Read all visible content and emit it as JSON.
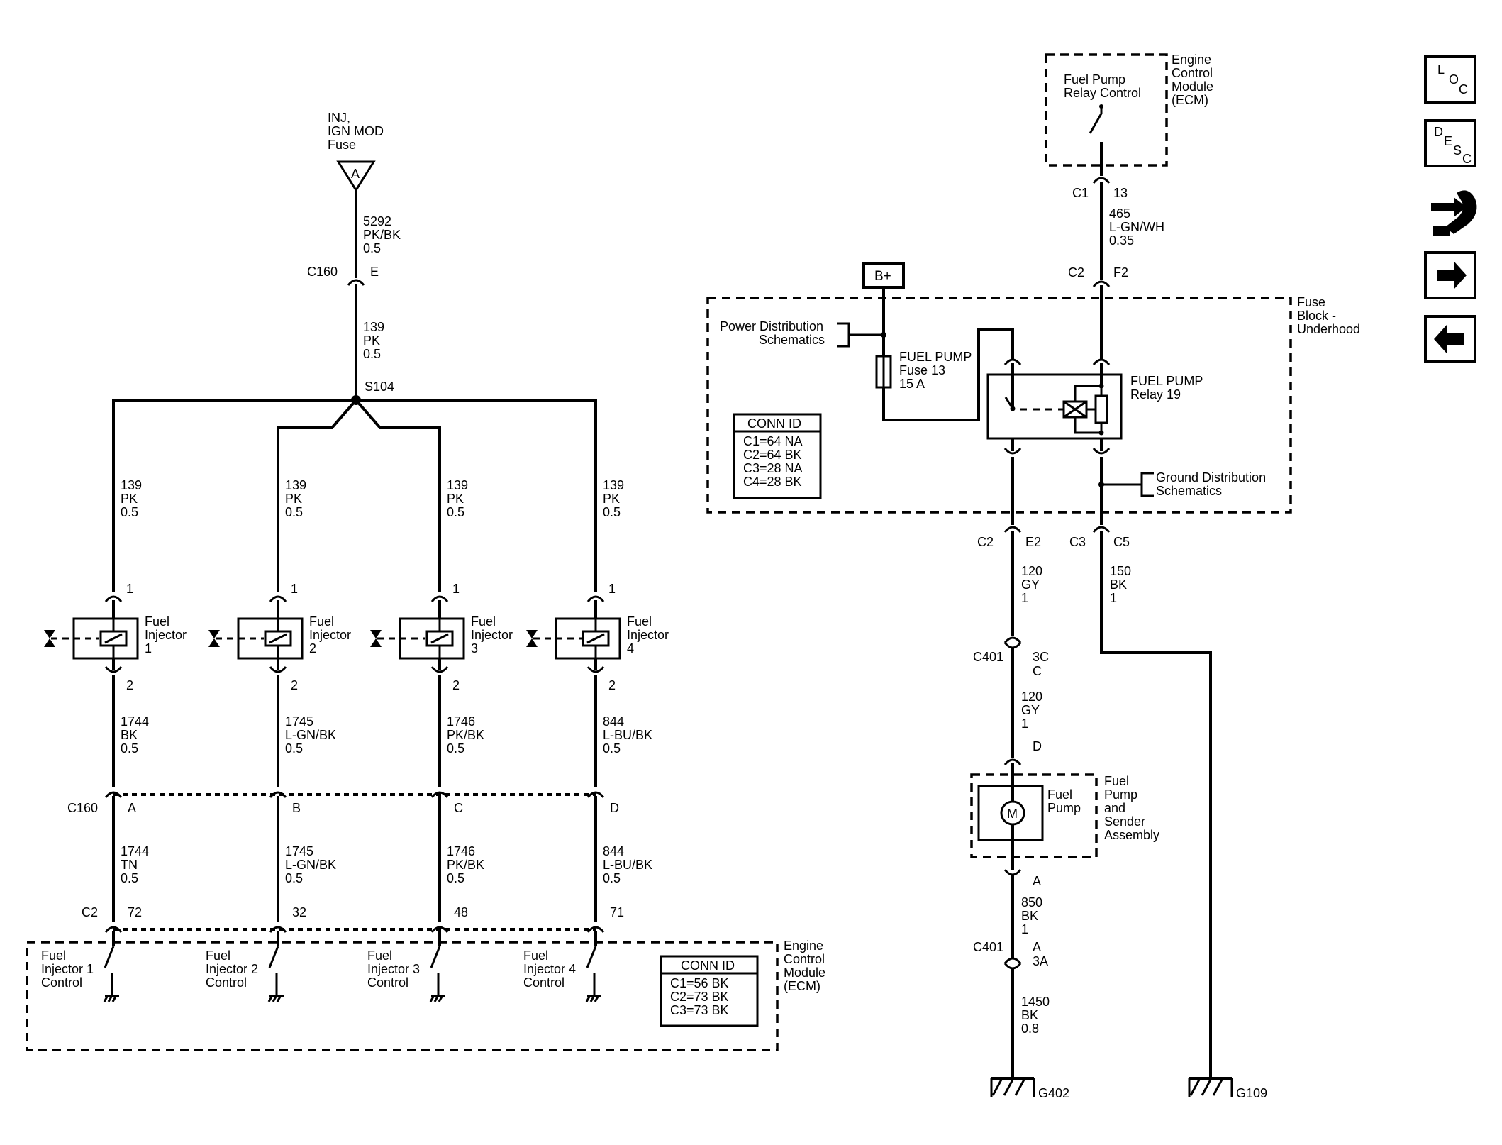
{
  "left_top": {
    "fuse_label": [
      "INJ,",
      "IGN MOD",
      "Fuse"
    ],
    "fuse_symbol": "A",
    "wire_top": [
      "5292",
      "PK/BK",
      "0.5"
    ],
    "connector_top": {
      "id": "C160",
      "pin": "E"
    },
    "wire_mid": [
      "139",
      "PK",
      "0.5"
    ],
    "splice": "S104"
  },
  "injectors": [
    {
      "wire_in": [
        "139",
        "PK",
        "0.5"
      ],
      "pin_in": "1",
      "label": [
        "Fuel",
        "Injector",
        "1"
      ],
      "pin_out": "2",
      "wire_out": [
        "1744",
        "BK",
        "0.5"
      ],
      "c160_pin": "A",
      "wire_ecm": [
        "1744",
        "TN",
        "0.5"
      ],
      "ecm_pin": "72",
      "ecm_label": [
        "Fuel",
        "Injector 1",
        "Control"
      ]
    },
    {
      "wire_in": [
        "139",
        "PK",
        "0.5"
      ],
      "pin_in": "1",
      "label": [
        "Fuel",
        "Injector",
        "2"
      ],
      "pin_out": "2",
      "wire_out": [
        "1745",
        "L-GN/BK",
        "0.5"
      ],
      "c160_pin": "B",
      "wire_ecm": [
        "1745",
        "L-GN/BK",
        "0.5"
      ],
      "ecm_pin": "32",
      "ecm_label": [
        "Fuel",
        "Injector 2",
        "Control"
      ]
    },
    {
      "wire_in": [
        "139",
        "PK",
        "0.5"
      ],
      "pin_in": "1",
      "label": [
        "Fuel",
        "Injector",
        "3"
      ],
      "pin_out": "2",
      "wire_out": [
        "1746",
        "PK/BK",
        "0.5"
      ],
      "c160_pin": "C",
      "wire_ecm": [
        "1746",
        "PK/BK",
        "0.5"
      ],
      "ecm_pin": "48",
      "ecm_label": [
        "Fuel",
        "Injector 3",
        "Control"
      ]
    },
    {
      "wire_in": [
        "139",
        "PK",
        "0.5"
      ],
      "pin_in": "1",
      "label": [
        "Fuel",
        "Injector",
        "4"
      ],
      "pin_out": "2",
      "wire_out": [
        "844",
        "L-BU/BK",
        "0.5"
      ],
      "c160_pin": "D",
      "wire_ecm": [
        "844",
        "L-BU/BK",
        "0.5"
      ],
      "ecm_pin": "71",
      "ecm_label": [
        "Fuel",
        "Injector 4",
        "Control"
      ]
    }
  ],
  "left_bottom": {
    "c160_label": "C160",
    "c2_label": "C2",
    "ecm_label": [
      "Engine",
      "Control",
      "Module",
      "(ECM)"
    ],
    "conn_id": {
      "title": "CONN ID",
      "rows": [
        "C1=56 BK",
        "C2=73 BK",
        "C3=73 BK"
      ]
    }
  },
  "right": {
    "ecm_top": {
      "label": [
        "Engine",
        "Control",
        "Module",
        "(ECM)"
      ],
      "inner": [
        "Fuel Pump",
        "Relay Control"
      ]
    },
    "c1": {
      "id": "C1",
      "pin": "13"
    },
    "wire_465": [
      "465",
      "L-GN/WH",
      "0.35"
    ],
    "c2_top": {
      "id": "C2",
      "pin": "F2"
    },
    "bplus": "B+",
    "fuse_block_label": [
      "Fuse",
      "Block -",
      "Underhood"
    ],
    "power_dist": [
      "Power Distribution",
      "Schematics"
    ],
    "fuel_pump_fuse": [
      "FUEL PUMP",
      "Fuse 13",
      "15 A"
    ],
    "fuel_pump_relay": [
      "FUEL PUMP",
      "Relay 19"
    ],
    "conn_id": {
      "title": "CONN ID",
      "rows": [
        "C1=64 NA",
        "C2=64 BK",
        "C3=28 NA",
        "C4=28 BK"
      ]
    },
    "ground_dist": [
      "Ground Distribution",
      "Schematics"
    ],
    "c2_e2": {
      "id": "C2",
      "pin": "E2"
    },
    "c3_c5": {
      "id": "C3",
      "pin": "C5"
    },
    "wire_120a": [
      "120",
      "GY",
      "1"
    ],
    "wire_150": [
      "150",
      "BK",
      "1"
    ],
    "c401_top": {
      "id": "C401",
      "pin1": "3C",
      "pin2": "C"
    },
    "wire_120b": [
      "120",
      "GY",
      "1"
    ],
    "pump_pin_d": "D",
    "pump_motor": "M",
    "pump_label": [
      "Fuel",
      "Pump"
    ],
    "pump_assembly": [
      "Fuel",
      "Pump",
      "and",
      "Sender",
      "Assembly"
    ],
    "pump_pin_a": "A",
    "wire_850": [
      "850",
      "BK",
      "1"
    ],
    "c401_bot": {
      "id": "C401",
      "pin1": "A",
      "pin2": "3A"
    },
    "wire_1450": [
      "1450",
      "BK",
      "0.8"
    ],
    "g402": "G402",
    "g109": "G109"
  },
  "nav": {
    "loc": [
      "L",
      "O",
      "C"
    ],
    "desc": [
      "D",
      "E",
      "S",
      "C"
    ],
    "icons": [
      "loc-icon",
      "desc-icon",
      "connector-icon",
      "arrow-right-icon",
      "arrow-left-icon"
    ]
  }
}
